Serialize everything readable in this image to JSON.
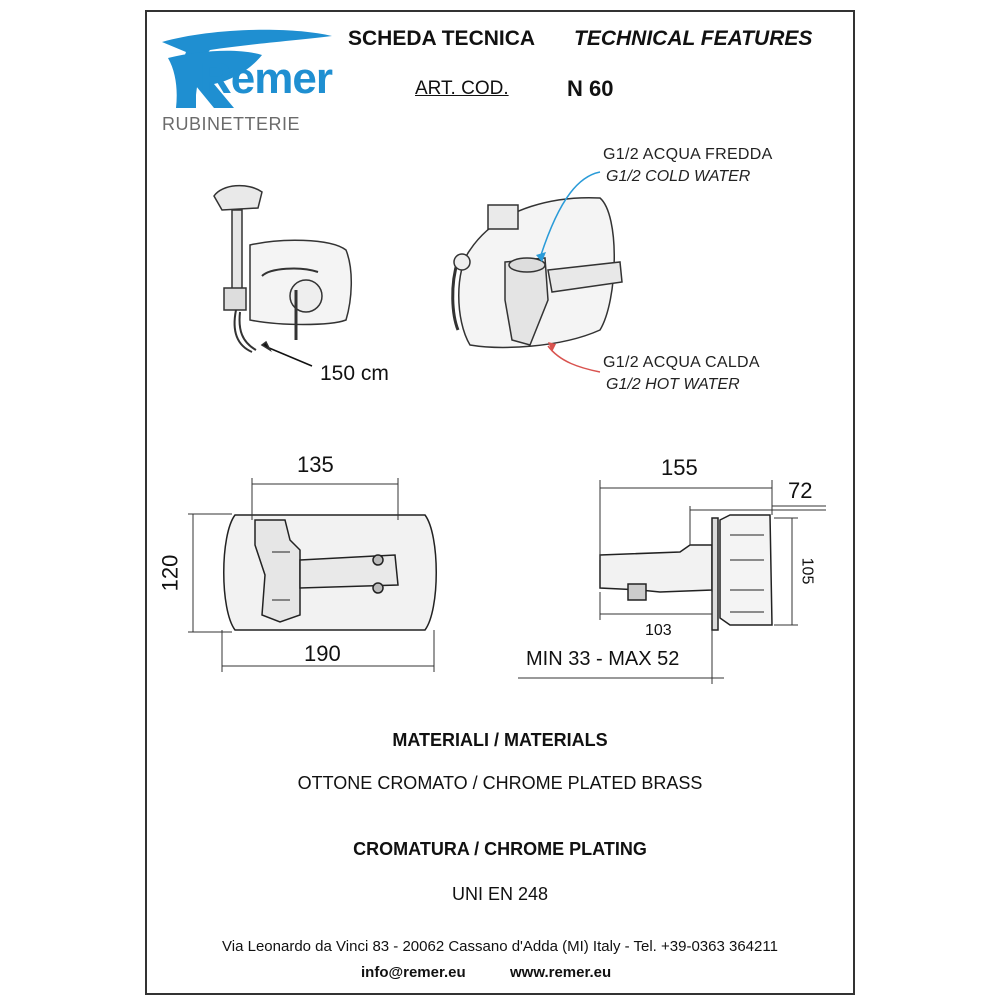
{
  "logo": {
    "brand": "Remer",
    "subtitle": "RUBINETTERIE",
    "colors": {
      "blue": "#1f8fd1",
      "gray": "#6b6b6b"
    }
  },
  "header": {
    "scheda": "SCHEDA TECNICA",
    "technical": "TECHNICAL FEATURES",
    "art_label": "ART. COD.",
    "art_code": "N 60"
  },
  "connections": {
    "cold_it": "G1/2 ACQUA FREDDA",
    "cold_en": "G1/2 COLD WATER",
    "hot_it": "G1/2 ACQUA CALDA",
    "hot_en": "G1/2 HOT WATER",
    "cold_color": "#2a9bd8",
    "hot_color": "#d9534f"
  },
  "hose": {
    "length": "150 cm"
  },
  "dimensions": {
    "front_width_inner": "135",
    "front_height": "120",
    "front_width_outer": "190",
    "side_depth": "155",
    "side_extra": "72",
    "side_height": "105",
    "side_inner": "103",
    "wall_range": "MIN 33 - MAX 52"
  },
  "materials": {
    "title": "MATERIALI / MATERIALS",
    "value": "OTTONE CROMATO / CHROME PLATED BRASS"
  },
  "plating": {
    "title": "CROMATURA / CHROME PLATING",
    "value": "UNI EN 248"
  },
  "footer": {
    "address": "Via Leonardo da Vinci 83 - 20062 Cassano d'Adda (MI) Italy - Tel. +39-0363 364211",
    "email": "info@remer.eu",
    "web": "www.remer.eu"
  }
}
